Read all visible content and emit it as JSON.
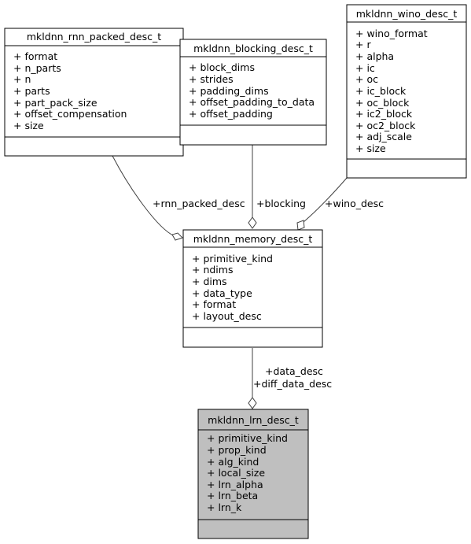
{
  "classes": {
    "rnn_packed": {
      "name": "mkldnn_rnn_packed_desc_t",
      "attributes": [
        "+ format",
        "+ n_parts",
        "+ n",
        "+ parts",
        "+ part_pack_size",
        "+ offset_compensation",
        "+ size"
      ]
    },
    "blocking": {
      "name": "mkldnn_blocking_desc_t",
      "attributes": [
        "+ block_dims",
        "+ strides",
        "+ padding_dims",
        "+ offset_padding_to_data",
        "+ offset_padding"
      ]
    },
    "wino": {
      "name": "mkldnn_wino_desc_t",
      "attributes": [
        "+ wino_format",
        "+ r",
        "+ alpha",
        "+ ic",
        "+ oc",
        "+ ic_block",
        "+ oc_block",
        "+ ic2_block",
        "+ oc2_block",
        "+ adj_scale",
        "+ size"
      ]
    },
    "memory": {
      "name": "mkldnn_memory_desc_t",
      "attributes": [
        "+ primitive_kind",
        "+ ndims",
        "+ dims",
        "+ data_type",
        "+ format",
        "+ layout_desc"
      ]
    },
    "lrn": {
      "name": "mkldnn_lrn_desc_t",
      "attributes": [
        "+ primitive_kind",
        "+ prop_kind",
        "+ alg_kind",
        "+ local_size",
        "+ lrn_alpha",
        "+ lrn_beta",
        "+ lrn_k"
      ]
    }
  },
  "edges": {
    "rnn_packed_label": "+rnn_packed_desc",
    "blocking_label": "+blocking",
    "wino_label": "+wino_desc",
    "data_label_1": "+data_desc",
    "data_label_2": "+diff_data_desc"
  }
}
